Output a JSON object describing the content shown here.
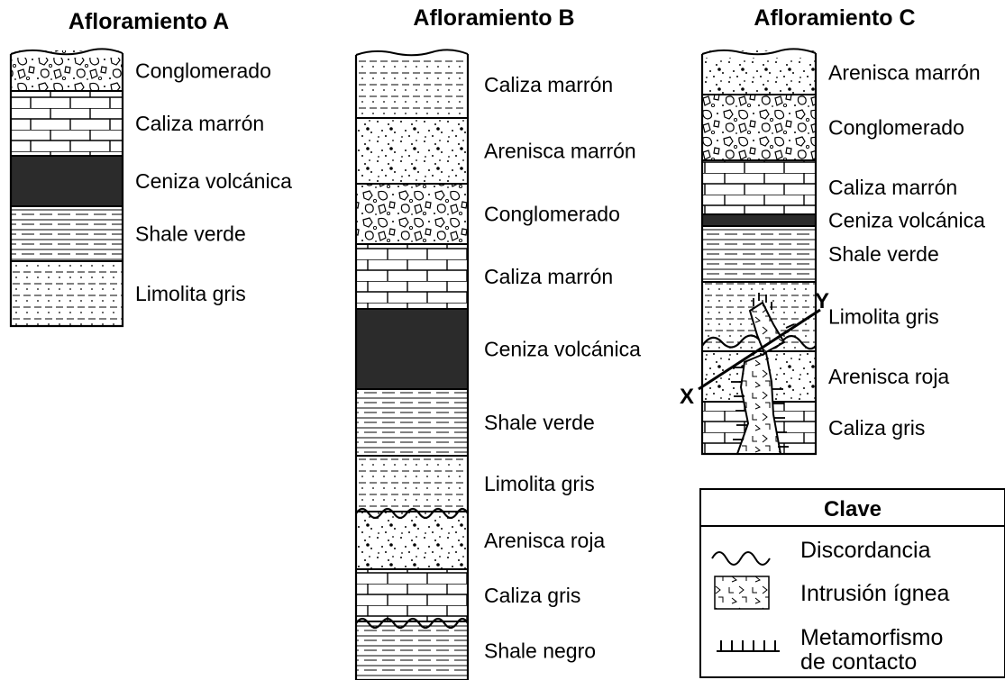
{
  "outcrops": [
    {
      "title": "Afloramiento A",
      "layers": [
        {
          "rock": "conglomerate",
          "label": "Conglomerado"
        },
        {
          "rock": "limestone",
          "label": "Caliza marrón"
        },
        {
          "rock": "ash",
          "label": "Ceniza volcánica"
        },
        {
          "rock": "shale",
          "label": "Shale verde"
        },
        {
          "rock": "siltstone",
          "label": "Limolita gris"
        }
      ]
    },
    {
      "title": "Afloramiento B",
      "layers": [
        {
          "rock": "siltstone",
          "label": "Caliza marrón"
        },
        {
          "rock": "sandstone",
          "label": "Arenisca marrón"
        },
        {
          "rock": "conglomerate",
          "label": "Conglomerado"
        },
        {
          "rock": "limestone",
          "label": "Caliza marrón"
        },
        {
          "rock": "ash",
          "label": "Ceniza volcánica"
        },
        {
          "rock": "shale",
          "label": "Shale verde"
        },
        {
          "rock": "siltstone",
          "label": "Limolita gris"
        },
        {
          "rock": "sandstone",
          "label": "Arenisca roja"
        },
        {
          "rock": "limestone",
          "label": "Caliza gris"
        },
        {
          "rock": "shale",
          "label": "Shale negro"
        }
      ]
    },
    {
      "title": "Afloramiento C",
      "layers": [
        {
          "rock": "sandstone",
          "label": "Arenisca marrón"
        },
        {
          "rock": "conglomerate",
          "label": "Conglomerado"
        },
        {
          "rock": "limestone",
          "label": "Caliza marrón"
        },
        {
          "rock": "ash",
          "label": "Ceniza volcánica"
        },
        {
          "rock": "shale",
          "label": "Shale verde"
        },
        {
          "rock": "siltstone",
          "label": "Limolita gris"
        },
        {
          "rock": "sandstone",
          "label": "Arenisca roja"
        },
        {
          "rock": "limestone",
          "label": "Caliza gris"
        }
      ],
      "fault_labels": {
        "x": "X",
        "y": "Y"
      }
    }
  ],
  "key": {
    "title": "Clave",
    "items": [
      {
        "symbol": "unconformity",
        "label": "Discordancia"
      },
      {
        "symbol": "igneous-intrusion",
        "label": "Intrusión ígnea"
      },
      {
        "symbol": "contact-metamorphism",
        "label_line1": "Metamorfismo",
        "label_line2": "de contacto"
      }
    ]
  }
}
